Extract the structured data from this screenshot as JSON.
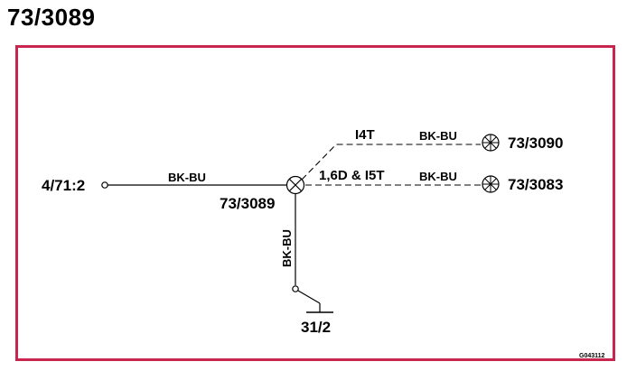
{
  "title": "73/3089",
  "frame_color": "#c8264f",
  "nodes": {
    "source": "4/71:2",
    "center": "73/3089",
    "out_top": "73/3090",
    "out_bottom": "73/3083",
    "ground": "31/2"
  },
  "wires": {
    "main": "BK-BU",
    "vertical": "BK-BU",
    "out_top": "BK-BU",
    "out_bottom": "BK-BU"
  },
  "conditions": {
    "top": "I4T",
    "bottom": "1,6D & I5T"
  },
  "figure_code": "G043112"
}
